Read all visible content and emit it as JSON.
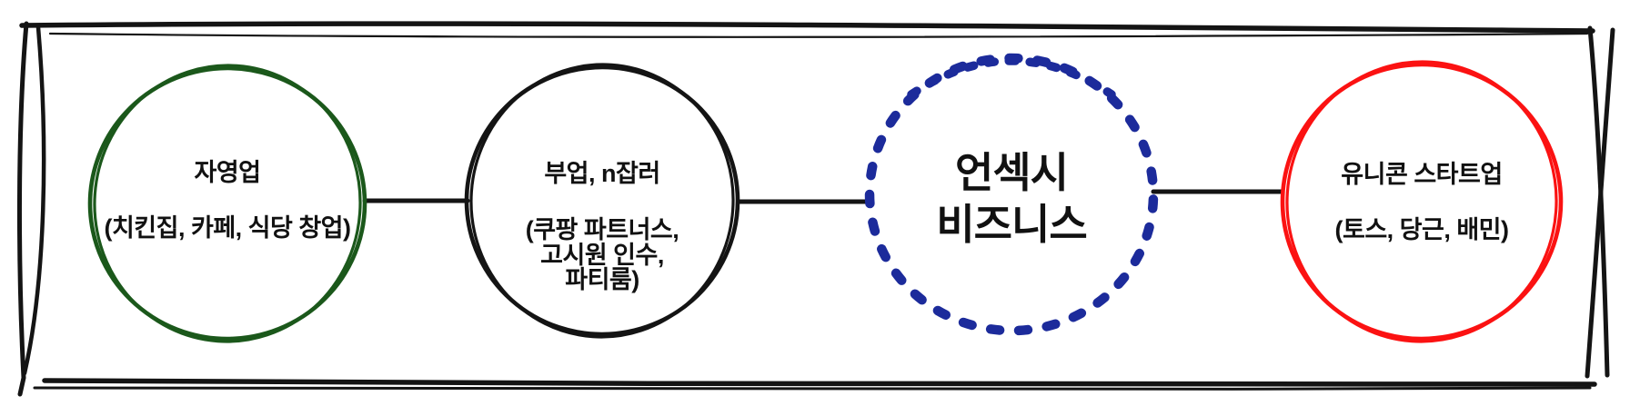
{
  "canvas": {
    "background": "#ffffff"
  },
  "ink": {
    "black": "#141414",
    "text": "#111111"
  },
  "nodes": [
    {
      "name": "self-employment",
      "label": "자영업",
      "sublabel": "(치킨집, 카페, 식당 창업)",
      "circle_color": "#1b581b",
      "circle_style": "solid-sketch"
    },
    {
      "name": "side-job",
      "label": "부업, n잡러",
      "sublabel_lines": [
        "(쿠팡 파트너스,",
        "고시원 인수,",
        "파티룸)"
      ],
      "circle_color": "#141414",
      "circle_style": "solid-sketch"
    },
    {
      "name": "unsexy-business",
      "label_lines": [
        "언섹시",
        "비즈니스"
      ],
      "circle_color": "#1c2b9b",
      "circle_style": "dashed"
    },
    {
      "name": "unicorn-startup",
      "label": "유니콘 스타트업",
      "sublabel": "(토스, 당근, 배민)",
      "circle_color": "#fb1212",
      "circle_style": "solid-sketch"
    }
  ]
}
